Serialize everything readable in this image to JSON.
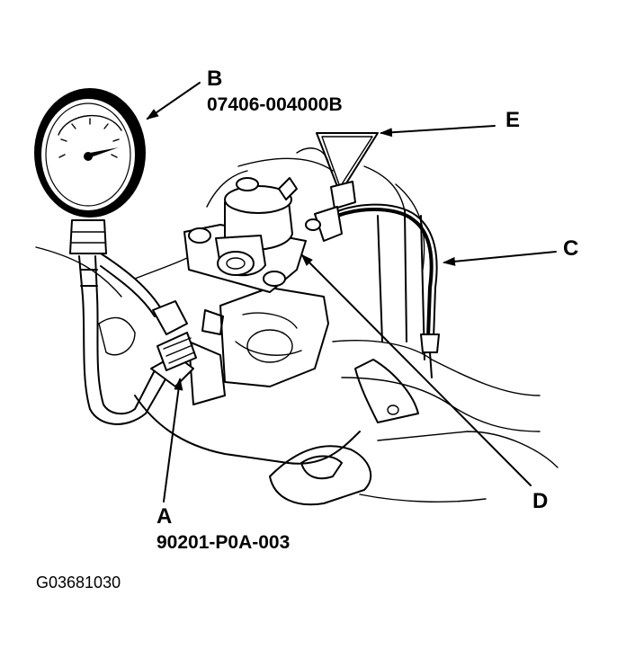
{
  "callouts": {
    "a": {
      "letter": "A",
      "part_number": "90201-P0A-003"
    },
    "b": {
      "letter": "B",
      "part_number": "07406-004000B"
    },
    "c": {
      "letter": "C"
    },
    "d": {
      "letter": "D"
    },
    "e": {
      "letter": "E"
    }
  },
  "figure_id": "G03681030"
}
